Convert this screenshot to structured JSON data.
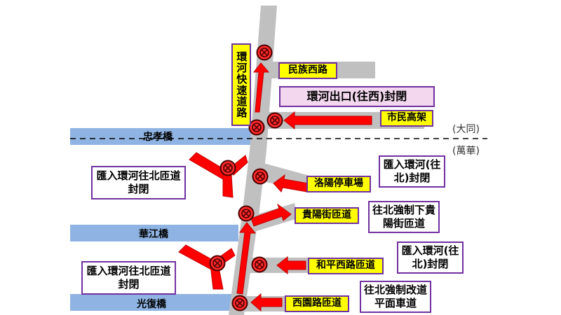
{
  "expressway": {
    "label": "環河快速道路"
  },
  "bridges": {
    "zhongxiao": "忠孝橋",
    "huajiang": "華江橋",
    "guangfu": "光復橋"
  },
  "districts": {
    "north": "(大同)",
    "south": "(萬華)"
  },
  "roads": {
    "minzu": "民族西路",
    "shimin": "市民高架",
    "luoyang": "洛陽停車場",
    "guiyang": "貴陽街匝道",
    "heping": "和平西路匝道",
    "xiyuan": "西園路匝道"
  },
  "notices": {
    "exit_closed": "環河出口(往西)封閉",
    "merge_closed_1": "匯入環河往北匝道封閉",
    "merge_north_1": "匯入環河(往北)封閉",
    "force_guiyang": "往北強制下貴陽街匝道",
    "merge_north_2": "匯入環河(往北)封閉",
    "merge_closed_2": "匯入環河往北匝道封閉",
    "force_surface": "往北強制改道平面車道"
  },
  "colors": {
    "road": "#c0c0c0",
    "bridge": "#8fb4e3",
    "arrow": "#ff0000",
    "arrow_outline": "#c00000",
    "closure_fill": "#ff2a2a",
    "label_bg": "#ffff00",
    "label_border": "#7030a0",
    "notice_pink": "#f2d7ee"
  },
  "icons": {
    "closure": "closed-circle-x-icon",
    "direction": "red-arrow-icon"
  }
}
